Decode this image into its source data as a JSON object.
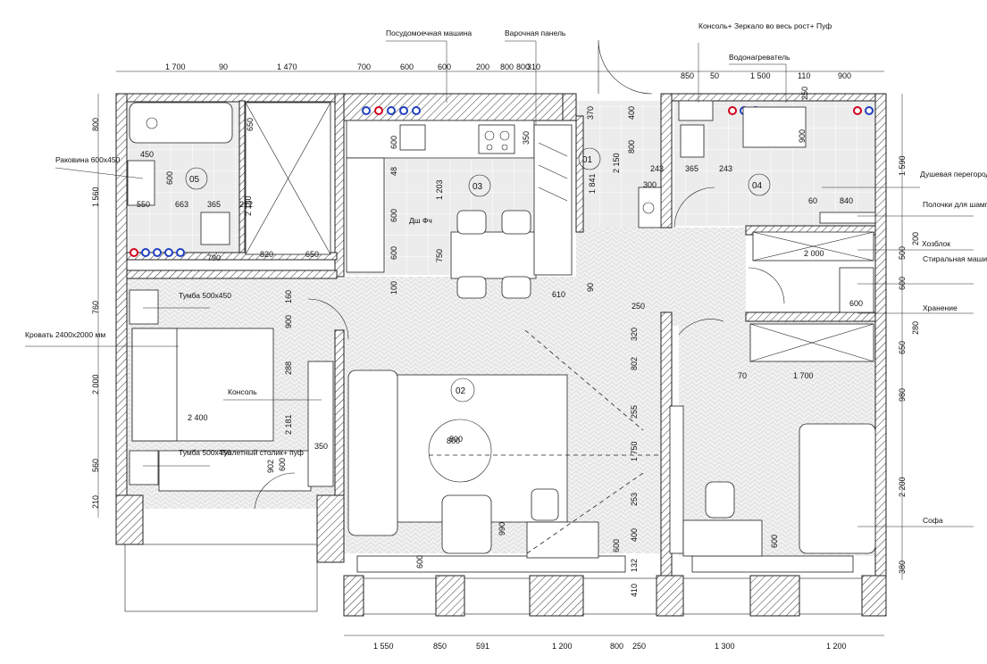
{
  "rooms": [
    {
      "id": "01",
      "label": "01"
    },
    {
      "id": "02",
      "label": "02"
    },
    {
      "id": "03",
      "label": "03"
    },
    {
      "id": "04",
      "label": "04"
    },
    {
      "id": "05",
      "label": "05"
    }
  ],
  "dimensions": {
    "top": [
      "1 700",
      "90",
      "1 470",
      "700",
      "600",
      "600",
      "200",
      "800",
      "310",
      "850",
      "50",
      "1 500",
      "110",
      "900"
    ],
    "bottom": [
      "1 550",
      "850",
      "591",
      "1 200",
      "800",
      "250",
      "1 300",
      "1 200"
    ],
    "left": [
      "800",
      "1 560",
      "760",
      "2 000",
      "560",
      "210"
    ],
    "right": [
      "1 590",
      "200",
      "500",
      "600",
      "280",
      "650",
      "980",
      "2 200",
      "380"
    ],
    "inner": [
      "450",
      "600",
      "550",
      "663",
      "365",
      "212",
      "2 180",
      "650",
      "790",
      "820",
      "650",
      "600",
      "600",
      "600",
      "48",
      "1 203",
      "750",
      "100",
      "160",
      "900",
      "288",
      "2 181",
      "350",
      "902",
      "600",
      "1 841",
      "2 150",
      "610",
      "90",
      "370",
      "400",
      "800",
      "243",
      "365",
      "243",
      "300",
      "60",
      "840",
      "2 000",
      "600",
      "250",
      "320",
      "802",
      "255",
      "1 750",
      "253",
      "400",
      "600",
      "132",
      "410",
      "800",
      "990",
      "600",
      "70",
      "1 700",
      "2 400",
      "250",
      "600",
      "900",
      "350",
      "800",
      "800"
    ]
  },
  "labels": {
    "dishwasher": "Посудомоечная машина",
    "hob": "Варочная панель",
    "console_mirror": "Консоль+ Зеркало во весь рост+ Пуф",
    "water_heater": "Водонагреватель",
    "sink": "Раковина 600х450",
    "shower": "Душевая перегородка",
    "shampoo": "Полочки для шампуня",
    "utility": "Хозблок",
    "washer": "Стиральная машина+ Сушильная машина",
    "storage": "Хранение",
    "bed": "Кровать 2400х2000 мм",
    "nightstand_top": "Тумба 500х450",
    "console": "Консоль",
    "nightstand_bottom": "Тумба 500х450",
    "dressing": "Туалетный столик+ пуф",
    "sofa": "Софа",
    "oven": "Дш Фч"
  },
  "colors": {
    "wall": "#222222",
    "pipe_red": "#d0021b",
    "pipe_blue": "#1f3fbf"
  }
}
